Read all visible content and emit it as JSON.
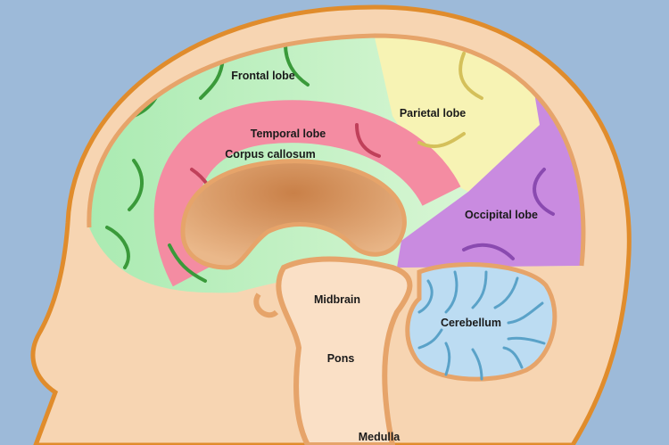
{
  "diagram": {
    "labels": {
      "frontal": "Frontal lobe",
      "parietal": "Parietal lobe",
      "temporal": "Temporal lobe",
      "corpus": "Corpus callosum",
      "occipital": "Occipital lobe",
      "midbrain": "Midbrain",
      "cerebellum": "Cerebellum",
      "pons": "Pons",
      "medulla": "Medulla"
    },
    "colors": {
      "background": "#9dbad9",
      "skin": "#f7d5b2",
      "outline": "#e08c2c",
      "frontal": "#c6f0c0",
      "parietal": "#f7f3b4",
      "occipital": "#c98be0",
      "temporal": "#f48ca2",
      "cerebellum": "#bcdcf2"
    }
  }
}
